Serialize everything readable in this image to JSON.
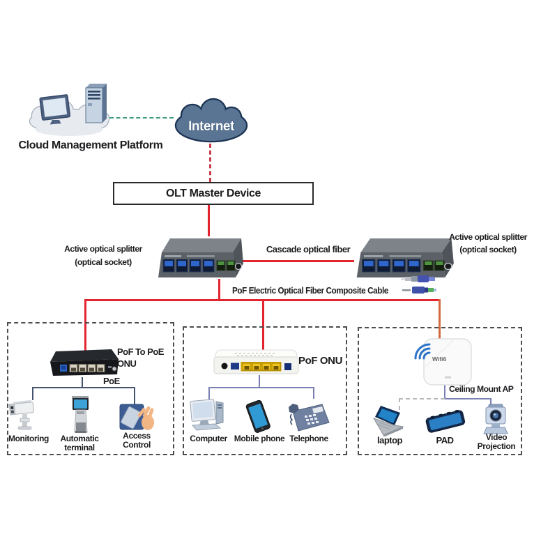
{
  "diagram": {
    "management": {
      "label": "Cloud Management Platform"
    },
    "internet": {
      "label": "Internet"
    },
    "olt": {
      "label": "OLT Master Device"
    },
    "splitter_left": {
      "line1": "Active optical splitter",
      "line2": "(optical socket)"
    },
    "splitter_right": {
      "line1": "Active optical splitter",
      "line2": "(optical socket)"
    },
    "cascade_link": {
      "label": "Cascade optical fiber"
    },
    "pof_cable": {
      "label": "PoF Electric Optical Fiber Composite Cable"
    },
    "poe_zone": {
      "onu_line1": "PoF To PoE",
      "onu_line2": "ONU",
      "poe_label": "PoE",
      "monitoring_label": "Monitoring",
      "automatic_line1": "Automatic",
      "automatic_line2": "terminal",
      "access_line1": "Access",
      "access_line2": "Control"
    },
    "lan_zone": {
      "onu_label": "PoF ONU",
      "computer_label": "Computer",
      "mobile_label": "Mobile phone",
      "telephone_label": "Telephone"
    },
    "wifi_zone": {
      "wifi_badge": "Wifi6",
      "ap_label": "Ceiling Mount AP",
      "laptop_label": "laptop",
      "pad_label": "PAD",
      "video_line1": "Video",
      "video_line2": "Projection"
    },
    "colors": {
      "fiber_red": "#e2252f",
      "ap_drop_orange": "#d26a3f",
      "internet_uplink_dashed_red": "#c5404a",
      "management_link_green": "#3f9c7d",
      "poe_bracket_blue": "#44536e",
      "lan_bracket_violet": "#7b80b2"
    }
  }
}
